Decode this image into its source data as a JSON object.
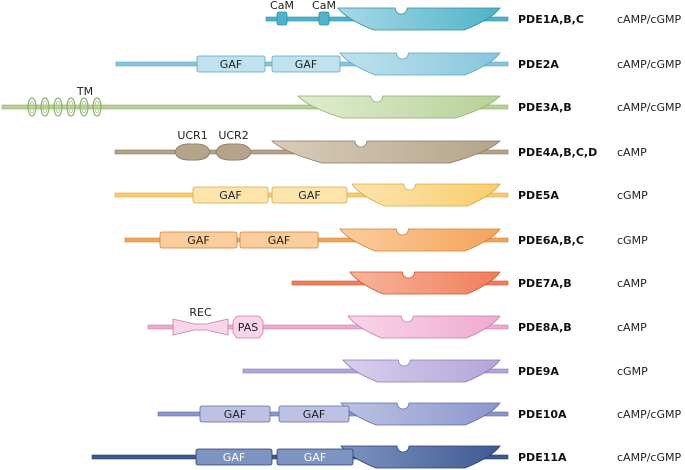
{
  "rows": [
    {
      "id": "pde1",
      "name": "PDE1A,B,C",
      "substrate": "cAMP/cGMP",
      "color": "#4fb3c9",
      "light": "#a8d9e6",
      "dark": "#2e8ea6",
      "domains": [
        {
          "type": "cam",
          "label": "CaM"
        },
        {
          "type": "cam",
          "label": "CaM"
        }
      ]
    },
    {
      "id": "pde2",
      "name": "PDE2A",
      "substrate": "cAMP/cGMP",
      "color": "#86c6dc",
      "light": "#bfe2ee",
      "dark": "#5aa8c2",
      "domains": [
        {
          "type": "gaf",
          "label": "GAF"
        },
        {
          "type": "gaf",
          "label": "GAF"
        }
      ]
    },
    {
      "id": "pde3",
      "name": "PDE3A,B",
      "substrate": "cAMP/cGMP",
      "color": "#b7d199",
      "light": "#e0eccf",
      "dark": "#8eaf6a",
      "domains": [
        {
          "type": "tm",
          "label": "TM"
        }
      ]
    },
    {
      "id": "pde4",
      "name": "PDE4A,B,C,D",
      "substrate": "cAMP",
      "color": "#b5a48b",
      "light": "#d8ccb9",
      "dark": "#8a7a62",
      "domains": [
        {
          "type": "ucr",
          "label": "UCR1"
        },
        {
          "type": "ucr",
          "label": "UCR2"
        }
      ]
    },
    {
      "id": "pde5",
      "name": "PDE5A",
      "substrate": "cGMP",
      "color": "#f8cd6f",
      "light": "#fde4ad",
      "dark": "#d9a83c",
      "domains": [
        {
          "type": "gaf",
          "label": "GAF"
        },
        {
          "type": "gaf",
          "label": "GAF"
        }
      ]
    },
    {
      "id": "pde6",
      "name": "PDE6A,B,C",
      "substrate": "cGMP",
      "color": "#f4a45a",
      "light": "#fbcd9c",
      "dark": "#d67f2e",
      "domains": [
        {
          "type": "gaf",
          "label": "GAF"
        },
        {
          "type": "gaf",
          "label": "GAF"
        }
      ]
    },
    {
      "id": "pde7",
      "name": "PDE7A,B",
      "substrate": "cAMP",
      "color": "#ef7e5b",
      "light": "#f8b59c",
      "dark": "#d4532f",
      "domains": []
    },
    {
      "id": "pde8",
      "name": "PDE8A,B",
      "substrate": "cAMP",
      "color": "#efabcf",
      "light": "#f8d5e8",
      "dark": "#c97ea8",
      "domains": [
        {
          "type": "rec",
          "label": "REC"
        },
        {
          "type": "pas",
          "label": "PAS"
        }
      ]
    },
    {
      "id": "pde9",
      "name": "PDE9A",
      "substrate": "cGMP",
      "color": "#b3a5d8",
      "light": "#d8cfee",
      "dark": "#8b7cbd",
      "domains": []
    },
    {
      "id": "pde10",
      "name": "PDE10A",
      "substrate": "cAMP/cGMP",
      "color": "#8c96cc",
      "light": "#bcc2e4",
      "dark": "#5f6aa9",
      "domains": [
        {
          "type": "gaf",
          "label": "GAF"
        },
        {
          "type": "gaf",
          "label": "GAF"
        }
      ]
    },
    {
      "id": "pde11",
      "name": "PDE11A",
      "substrate": "cAMP/cGMP",
      "color": "#3f5a93",
      "light": "#7d93c2",
      "dark": "#2a3f70",
      "domains": [
        {
          "type": "gaf",
          "label": "GAF"
        },
        {
          "type": "gaf",
          "label": "GAF"
        }
      ]
    }
  ]
}
